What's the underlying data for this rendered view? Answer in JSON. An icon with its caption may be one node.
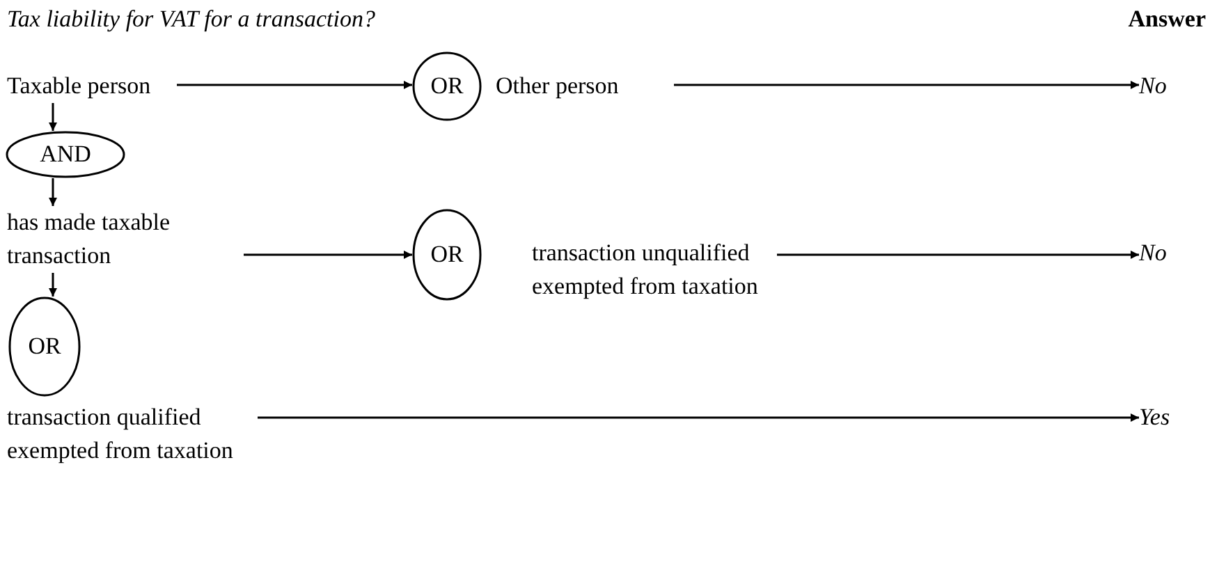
{
  "diagram": {
    "title": "Tax liability for VAT for a transaction?",
    "nodes": [
      {
        "text": [
          "Taxable person"
        ]
      },
      {
        "text": [
          "OR"
        ]
      },
      {
        "text": [
          "Other person"
        ]
      },
      {
        "text": [
          "No"
        ]
      },
      {
        "text": [
          "AND"
        ]
      },
      {
        "text": [
          "has made taxable transaction"
        ]
      },
      {
        "text": [
          "OR"
        ]
      },
      {
        "text": [
          "transaction unqualified exempted from taxation"
        ]
      },
      {
        "text": [
          "No"
        ]
      },
      {
        "text": [
          "OR"
        ]
      },
      {
        "text": [
          "transaction qualified exempted from taxation"
        ]
      },
      {
        "text": [
          "Yes"
        ]
      }
    ],
    "edges": [
      {
        "from": 0,
        "to": 1,
        "arrow": "to"
      },
      {
        "from": 2,
        "to": 3,
        "arrow": "to"
      },
      {
        "from": 0,
        "to": 4,
        "arrow": "to"
      },
      {
        "from": 4,
        "to": 5,
        "arrow": "to"
      },
      {
        "from": 5,
        "to": 6,
        "arrow": "to"
      },
      {
        "from": 7,
        "to": 8,
        "arrow": "to"
      },
      {
        "from": 5,
        "to": 9,
        "arrow": "to"
      },
      {
        "from": 10,
        "to": 11,
        "arrow": "to"
      }
    ],
    "labels": [
      "Answer"
    ]
  }
}
